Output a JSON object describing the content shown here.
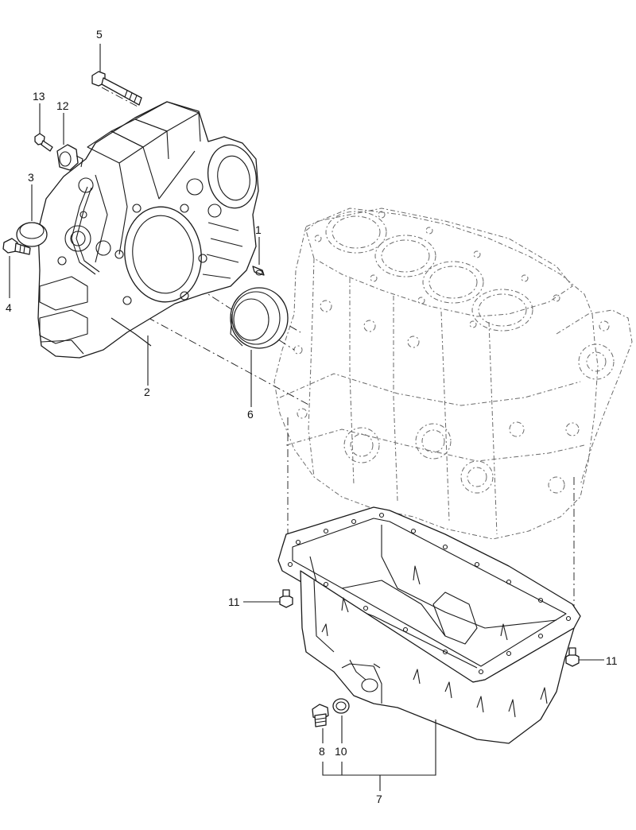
{
  "callouts": {
    "c1": "1",
    "c2": "2",
    "c3": "3",
    "c4": "4",
    "c5": "5",
    "c6": "6",
    "c7": "7",
    "c8": "8",
    "c10": "10",
    "c11_left": "11",
    "c11_right": "11",
    "c12": "12",
    "c13": "13"
  }
}
